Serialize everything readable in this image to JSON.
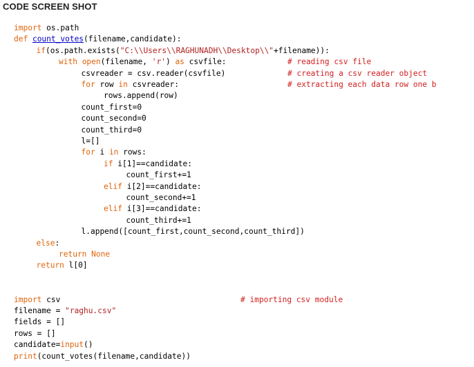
{
  "heading": "CODE SCREEN SHOT",
  "colors": {
    "keyword": "#e0630b",
    "function_name": "#0000c8",
    "string": "#b22222",
    "comment": "#d32020",
    "text": "#000000"
  },
  "lines": [
    {
      "indent": 0,
      "row": 0,
      "tokens": [
        {
          "t": "import ",
          "c": "kw"
        },
        {
          "t": "os.path",
          "c": "id"
        }
      ]
    },
    {
      "indent": 0,
      "row": 1,
      "tokens": [
        {
          "t": "def ",
          "c": "kw"
        },
        {
          "t": "count_votes",
          "c": "fn"
        },
        {
          "t": "(filename,candidate):",
          "c": "id"
        }
      ]
    },
    {
      "indent": 1,
      "row": 2,
      "tokens": [
        {
          "t": "if",
          "c": "kw"
        },
        {
          "t": "(os.path.exists(",
          "c": "id"
        },
        {
          "t": "\"C:\\\\Users\\\\RAGHUNADH\\\\Desktop\\\\\"",
          "c": "str"
        },
        {
          "t": "+filename)):",
          "c": "id"
        }
      ]
    },
    {
      "indent": 2,
      "row": 3,
      "tokens": [
        {
          "t": "with ",
          "c": "kw"
        },
        {
          "t": "open",
          "c": "kw"
        },
        {
          "t": "(filename, ",
          "c": "id"
        },
        {
          "t": "'r'",
          "c": "str"
        },
        {
          "t": ") ",
          "c": "id"
        },
        {
          "t": "as ",
          "c": "kw"
        },
        {
          "t": "csvfile:",
          "c": "id"
        }
      ],
      "comment": "# reading csv file"
    },
    {
      "indent": 3,
      "row": 4,
      "tokens": [
        {
          "t": "csvreader = csv.reader(csvfile)",
          "c": "id"
        }
      ],
      "comment": "# creating a csv reader object"
    },
    {
      "indent": 3,
      "row": 5,
      "tokens": [
        {
          "t": "for ",
          "c": "kw"
        },
        {
          "t": "row ",
          "c": "id"
        },
        {
          "t": "in ",
          "c": "kw"
        },
        {
          "t": "csvreader:",
          "c": "id"
        }
      ],
      "comment": "# extracting each data row one b"
    },
    {
      "indent": 4,
      "row": 6,
      "tokens": [
        {
          "t": "rows.append(row)",
          "c": "id"
        }
      ]
    },
    {
      "indent": 3,
      "row": 7,
      "tokens": [
        {
          "t": "count_first=0",
          "c": "id"
        }
      ]
    },
    {
      "indent": 3,
      "row": 8,
      "tokens": [
        {
          "t": "count_second=0",
          "c": "id"
        }
      ]
    },
    {
      "indent": 3,
      "row": 9,
      "tokens": [
        {
          "t": "count_third=0",
          "c": "id"
        }
      ]
    },
    {
      "indent": 3,
      "row": 10,
      "tokens": [
        {
          "t": "l=[]",
          "c": "id"
        }
      ]
    },
    {
      "indent": 3,
      "row": 11,
      "tokens": [
        {
          "t": "for ",
          "c": "kw"
        },
        {
          "t": "i ",
          "c": "id"
        },
        {
          "t": "in ",
          "c": "kw"
        },
        {
          "t": "rows:",
          "c": "id"
        }
      ]
    },
    {
      "indent": 4,
      "row": 12,
      "tokens": [
        {
          "t": "if ",
          "c": "kw"
        },
        {
          "t": "i[1]==candidate:",
          "c": "id"
        }
      ]
    },
    {
      "indent": 5,
      "row": 13,
      "tokens": [
        {
          "t": "count_first+=1",
          "c": "id"
        }
      ]
    },
    {
      "indent": 4,
      "row": 14,
      "tokens": [
        {
          "t": "elif ",
          "c": "kw"
        },
        {
          "t": "i[2]==candidate:",
          "c": "id"
        }
      ]
    },
    {
      "indent": 5,
      "row": 15,
      "tokens": [
        {
          "t": "count_second+=1",
          "c": "id"
        }
      ]
    },
    {
      "indent": 4,
      "row": 16,
      "tokens": [
        {
          "t": "elif ",
          "c": "kw"
        },
        {
          "t": "i[3]==candidate:",
          "c": "id"
        }
      ]
    },
    {
      "indent": 5,
      "row": 17,
      "tokens": [
        {
          "t": "count_third+=1",
          "c": "id"
        }
      ]
    },
    {
      "indent": 3,
      "row": 18,
      "tokens": [
        {
          "t": "l.append([count_first,count_second,count_third])",
          "c": "id"
        }
      ]
    },
    {
      "indent": 1,
      "row": 19,
      "tokens": [
        {
          "t": "else",
          "c": "kw"
        },
        {
          "t": ":",
          "c": "id"
        }
      ]
    },
    {
      "indent": 2,
      "row": 20,
      "tokens": [
        {
          "t": "return ",
          "c": "kw"
        },
        {
          "t": "None",
          "c": "kw"
        }
      ]
    },
    {
      "indent": 1,
      "row": 21,
      "tokens": [
        {
          "t": "return ",
          "c": "kw"
        },
        {
          "t": "l[0]",
          "c": "id"
        }
      ]
    },
    {
      "indent": 0,
      "row": 24,
      "tokens": [
        {
          "t": "import ",
          "c": "kw"
        },
        {
          "t": "csv",
          "c": "id"
        }
      ],
      "comment": "# importing csv module",
      "comment_col": "wide"
    },
    {
      "indent": 0,
      "row": 25,
      "tokens": [
        {
          "t": "filename = ",
          "c": "id"
        },
        {
          "t": "\"raghu.csv\"",
          "c": "str"
        }
      ]
    },
    {
      "indent": 0,
      "row": 26,
      "tokens": [
        {
          "t": "fields = []",
          "c": "id"
        }
      ]
    },
    {
      "indent": 0,
      "row": 27,
      "tokens": [
        {
          "t": "rows = []",
          "c": "id"
        }
      ]
    },
    {
      "indent": 0,
      "row": 28,
      "tokens": [
        {
          "t": "candidate=",
          "c": "id"
        },
        {
          "t": "input",
          "c": "kw"
        },
        {
          "t": "()",
          "c": "id"
        }
      ]
    },
    {
      "indent": 0,
      "row": 29,
      "tokens": [
        {
          "t": "print",
          "c": "kw"
        },
        {
          "t": "(count_votes(filename,candidate))",
          "c": "id"
        }
      ]
    }
  ]
}
